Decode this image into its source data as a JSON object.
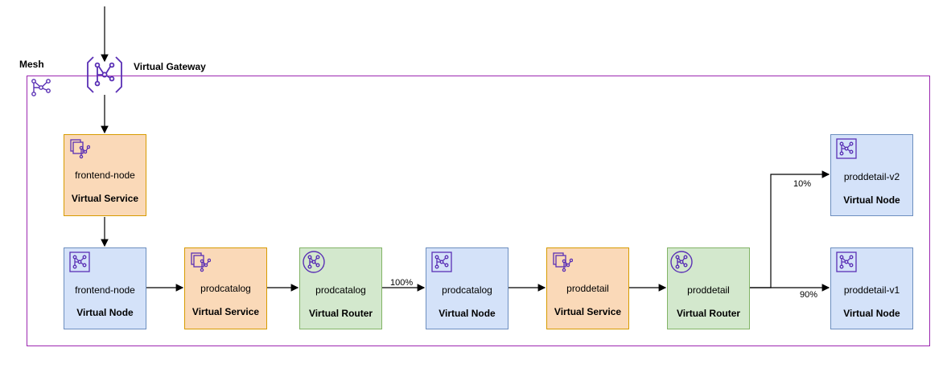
{
  "mesh": {
    "label": "Mesh"
  },
  "gateway": {
    "label": "Virtual Gateway"
  },
  "nodes": {
    "frontend_service": {
      "name": "frontend-node",
      "kind": "Virtual Service"
    },
    "frontend_node": {
      "name": "frontend-node",
      "kind": "Virtual Node"
    },
    "prodcatalog_service": {
      "name": "prodcatalog",
      "kind": "Virtual Service"
    },
    "prodcatalog_router": {
      "name": "prodcatalog",
      "kind": "Virtual Router"
    },
    "prodcatalog_node": {
      "name": "prodcatalog",
      "kind": "Virtual Node"
    },
    "proddetail_service": {
      "name": "proddetail",
      "kind": "Virtual Service"
    },
    "proddetail_router": {
      "name": "proddetail",
      "kind": "Virtual Router"
    },
    "proddetail_v2": {
      "name": "proddetail-v2",
      "kind": "Virtual Node"
    },
    "proddetail_v1": {
      "name": "proddetail-v1",
      "kind": "Virtual Node"
    }
  },
  "weights": {
    "prodcatalog_route": "100%",
    "proddetail_v2_route": "10%",
    "proddetail_v1_route": "90%"
  },
  "colors": {
    "mesh_border": "#9c27b0",
    "service_fill": "#fad9b8",
    "node_fill": "#d4e2f9",
    "router_fill": "#d3e8cd",
    "icon": "#5a30b5"
  }
}
